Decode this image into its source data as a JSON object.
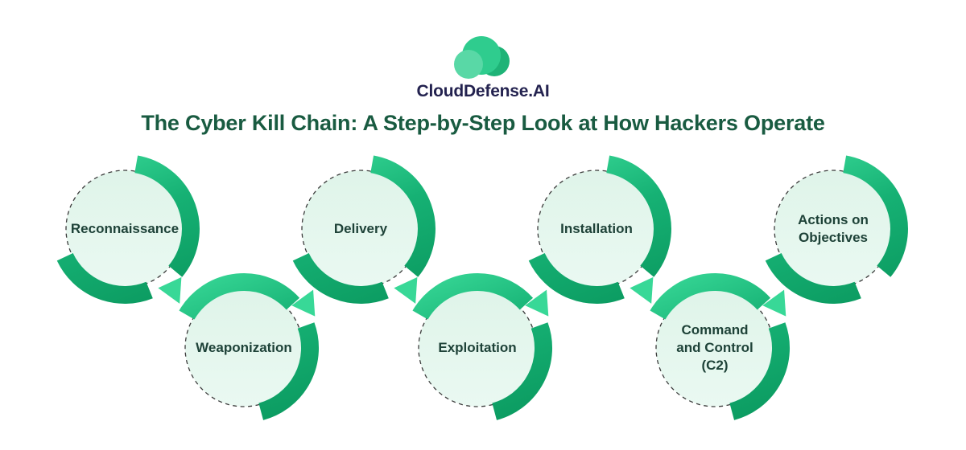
{
  "logo": {
    "text": "CloudDefense.AI",
    "icon": "cloud-logo",
    "colors": {
      "cloud_main": "#2FCC8E",
      "cloud_dark": "#1EB377",
      "cloud_light": "#59D8A6",
      "text": "#23224F"
    }
  },
  "title": {
    "text": "The Cyber Kill Chain: A Step-by-Step Look at How Hackers Operate",
    "color": "#195B41"
  },
  "stages": [
    {
      "label": "Reconnaissance",
      "row": "top",
      "order": 1
    },
    {
      "label": "Weaponization",
      "row": "bottom",
      "order": 2
    },
    {
      "label": "Delivery",
      "row": "top",
      "order": 3
    },
    {
      "label": "Exploitation",
      "row": "bottom",
      "order": 4
    },
    {
      "label": "Installation",
      "row": "top",
      "order": 5
    },
    {
      "label": "Command and Control (C2)",
      "row": "bottom",
      "order": 6
    },
    {
      "label": "Actions on Objectives",
      "row": "top",
      "order": 7
    }
  ],
  "style": {
    "background": "#FFFFFF",
    "circle_fill": "#E4F6ED",
    "circle_dash_stroke": "#3C3C3C",
    "arrow_gradient_start": "#38D897",
    "arrow_gradient_end": "#0B9A60",
    "label_color": "#1E4238"
  }
}
